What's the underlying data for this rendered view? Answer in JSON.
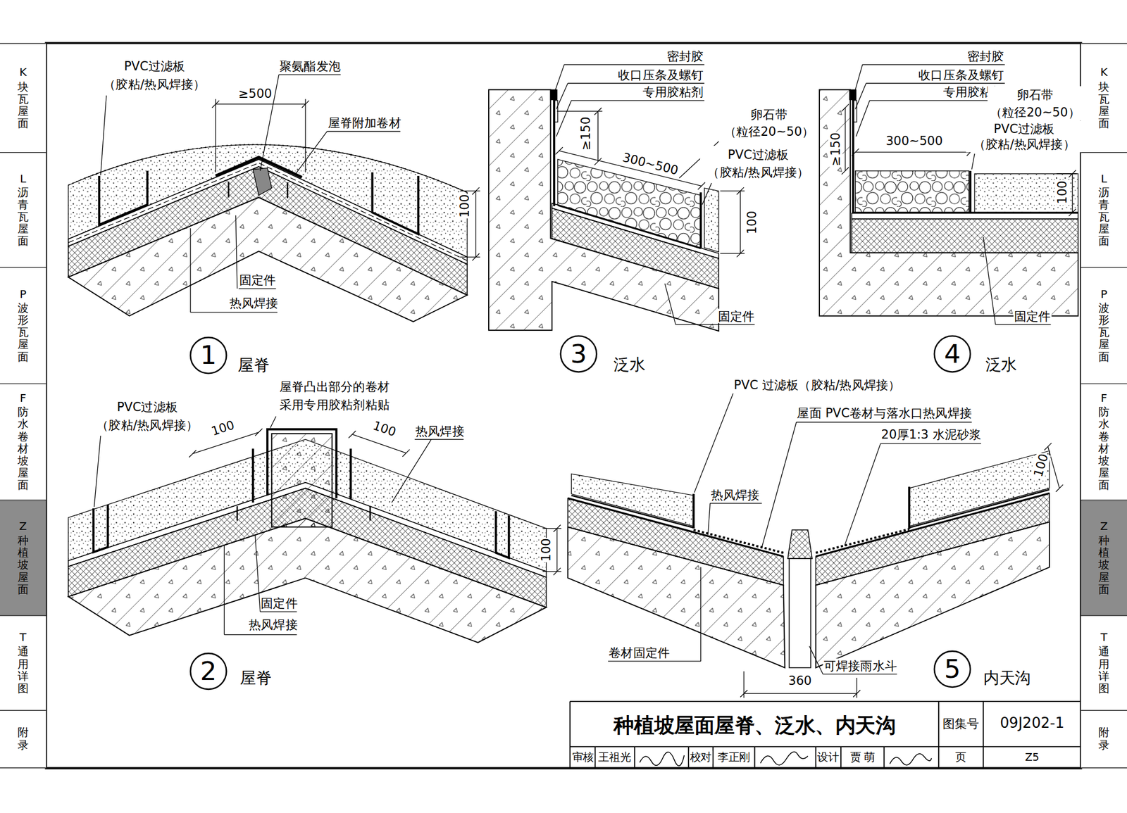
{
  "diagram": {
    "title": "种植坡屋面屋脊、泛水、内天沟",
    "nodes": [
      {
        "text": [
          "K",
          "块瓦屋面"
        ]
      },
      {
        "text": [
          "L",
          "沥青瓦屋面"
        ]
      },
      {
        "text": [
          "P",
          "波形瓦屋面"
        ]
      },
      {
        "text": [
          "F",
          "防水卷材坡屋面"
        ]
      },
      {
        "text": [
          "Z",
          "种植坡屋面"
        ]
      },
      {
        "text": [
          "T",
          "通用详图"
        ]
      },
      {
        "text": [
          "附录"
        ]
      },
      {
        "text": [
          "K",
          "块瓦屋面"
        ]
      },
      {
        "text": [
          "L",
          "沥青瓦屋面"
        ]
      },
      {
        "text": [
          "P",
          "波形瓦屋面"
        ]
      },
      {
        "text": [
          "F",
          "防水卷材坡屋面"
        ]
      },
      {
        "text": [
          "Z",
          "种植坡屋面"
        ]
      },
      {
        "text": [
          "T",
          "通用详图"
        ]
      },
      {
        "text": [
          "附录"
        ]
      },
      {
        "text": [
          "1"
        ]
      },
      {
        "text": [
          "2"
        ]
      },
      {
        "text": [
          "3"
        ]
      },
      {
        "text": [
          "4"
        ]
      },
      {
        "text": [
          "5"
        ]
      }
    ],
    "labels": [
      "PVC过滤板 （胶粘/热风焊接）",
      "聚氨酯发泡",
      "≥500",
      "屋脊附加卷材",
      "100",
      "固定件",
      "热风焊接",
      "屋脊",
      "PVC过滤板 （胶粘/热风焊接）",
      "屋脊凸出部分的卷材 采用专用胶粘剂粘贴",
      "100",
      "100",
      "热风焊接",
      "100",
      "固定件",
      "热风焊接",
      "屋脊",
      "密封胶",
      "收口压条及螺钉",
      "专用胶粘剂",
      "≥150",
      "卵石带 （粒径20~50）",
      "300~500",
      "PVC过滤板 （胶粘/热风焊接）",
      "100",
      "固定件",
      "泛水",
      "密封胶",
      "收口压条及螺钉",
      "专用胶粘剂",
      "卵石带 （粒径20~50）",
      "PVC过滤板 （胶粘/热风焊接）",
      "≥150",
      "300~500",
      "100",
      "固定件",
      "泛水",
      "PVC 过滤板（胶粘/热风焊接）",
      "屋面 PVC卷材与落水口热风焊接",
      "20厚1:3 水泥砂浆",
      "100",
      "热风焊接",
      "卷材固定件",
      "可焊接雨水斗",
      "360",
      "内天沟",
      "图集号",
      "09J202-1",
      "审核",
      "王祖光",
      "校对",
      "李正刚",
      "设计",
      "贾 萌",
      "页",
      "Z5"
    ]
  }
}
